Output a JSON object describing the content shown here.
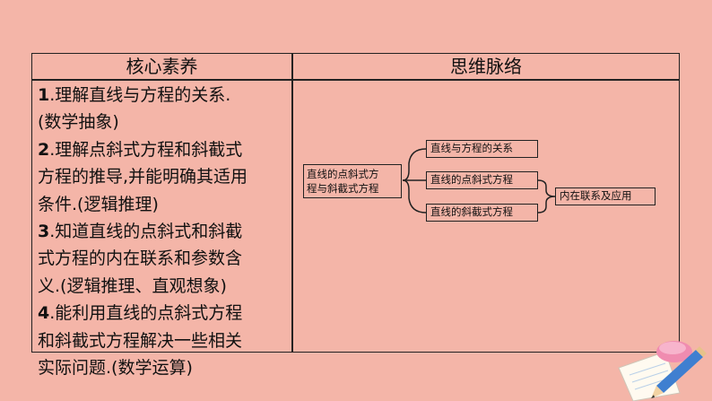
{
  "table": {
    "left_header": "核心素养",
    "right_header": "思维脉络"
  },
  "literacy": {
    "lines": [
      {
        "num": "1",
        "text": ".理解直线与方程的关系."
      },
      {
        "num": "",
        "text": "(数学抽象)"
      },
      {
        "num": "2",
        "text": ".理解点斜式方程和斜截式"
      },
      {
        "num": "",
        "text": "方程的推导,并能明确其适用"
      },
      {
        "num": "",
        "text": "条件.(逻辑推理)"
      },
      {
        "num": "3",
        "text": ".知道直线的点斜式和斜截"
      },
      {
        "num": "",
        "text": "式方程的内在联系和参数含"
      },
      {
        "num": "",
        "text": "义.(逻辑推理、直观想象)"
      },
      {
        "num": "4",
        "text": ".能利用直线的点斜式方程"
      },
      {
        "num": "",
        "text": "和斜截式方程解决一些相关"
      },
      {
        "num": "",
        "text": "实际问题.(数学运算)"
      }
    ]
  },
  "mindmap": {
    "root_line1": "直线的点斜式方",
    "root_line2": "程与斜截式方程",
    "branch1": "直线与方程的关系",
    "branch2": "直线的点斜式方程",
    "branch3": "直线的斜截式方程",
    "result": "内在联系及应用"
  }
}
